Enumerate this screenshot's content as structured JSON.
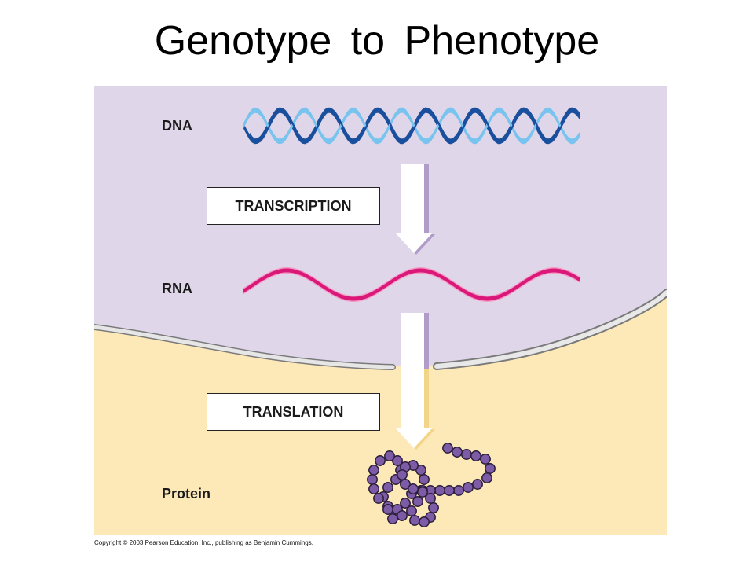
{
  "title": "Genotype to Phenotype",
  "stages": {
    "dna": "DNA",
    "rna": "RNA",
    "protein": "Protein"
  },
  "processes": {
    "transcription": "TRANSCRIPTION",
    "translation": "TRANSLATION"
  },
  "copyright": "Copyright © 2003 Pearson Education, Inc., publishing as Benjamin Cummings.",
  "colors": {
    "nucleus_background": "#e0d6ea",
    "cytoplasm_background": "#fde8b8",
    "dna_dark_strand": "#1a4f9e",
    "dna_light_strand": "#79c4ef",
    "rna_dark": "#d9187a",
    "rna_light": "#f59ac3",
    "protein_bead": "#7d5ba6",
    "membrane": "#d4d4d4"
  }
}
